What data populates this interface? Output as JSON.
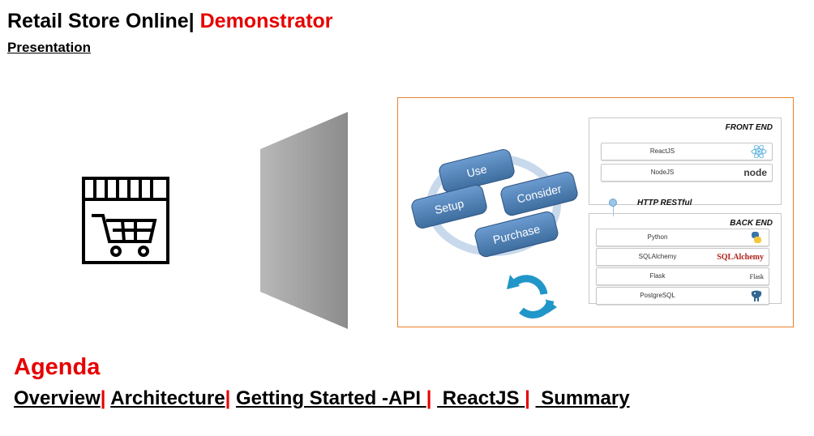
{
  "header": {
    "title": "Retail Store Online",
    "separator": "| ",
    "title_accent": "Demonstrator",
    "subtitle": "Presentation"
  },
  "colors": {
    "accent": "#e60000",
    "panel_border": "#e8822e",
    "cycle_key": "#4a7fb4",
    "refresh_arrow": "#2196c8"
  },
  "icons": {
    "store": "shopping-cart-store-icon",
    "transition": "funnel-panel",
    "refresh": "refresh-arrows-icon"
  },
  "diagram": {
    "cycle_keys": [
      "Use",
      "Consider",
      "Setup",
      "Purchase"
    ],
    "front_end": {
      "title": "FRONT END",
      "items": [
        {
          "label": "ReactJS",
          "logo": "react-icon"
        },
        {
          "label": "NodeJS",
          "logo_text": "node"
        }
      ]
    },
    "http_label": "HTTP RESTful",
    "back_end": {
      "title": "BACK END",
      "items": [
        {
          "label": "Python",
          "logo": "python-icon"
        },
        {
          "label": "SQLAlchemy",
          "logo_text": "SQLAlchemy"
        },
        {
          "label": "Flask",
          "logo_text": "Flask"
        },
        {
          "label": "PostgreSQL",
          "logo": "postgresql-elephant-icon"
        }
      ]
    }
  },
  "agenda": {
    "heading": "Agenda",
    "items": [
      "Overview",
      "Architecture",
      "Getting Started -API ",
      " ReactJS ",
      " Summary"
    ],
    "separators": [
      "| ",
      "| ",
      "| ",
      "| "
    ]
  }
}
